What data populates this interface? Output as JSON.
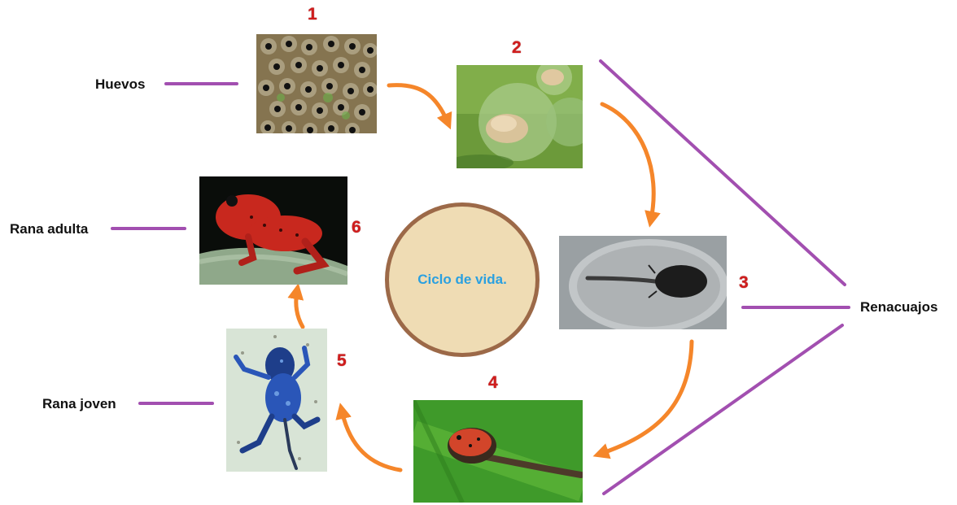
{
  "title": "Ciclo de vida.",
  "stages": [
    {
      "number": "1",
      "label": "Huevos",
      "image": "frog-eggs-photo"
    },
    {
      "number": "2",
      "label": "",
      "image": "embryo-eggs-photo"
    },
    {
      "number": "3",
      "label": "Renacuajos",
      "image": "tadpole-dish-photo"
    },
    {
      "number": "4",
      "label": "",
      "image": "red-tadpole-leaf-photo"
    },
    {
      "number": "5",
      "label": "Rana joven",
      "image": "blue-froglet-photo"
    },
    {
      "number": "6",
      "label": "Rana adulta",
      "image": "red-adult-frog-photo"
    }
  ],
  "colors": {
    "connector": "#a24fb0",
    "arrow": "#f5862a",
    "number": "#d01d1d",
    "title": "#2aa0e0",
    "circle_fill": "#efdcb4",
    "circle_border": "#9c6948"
  }
}
